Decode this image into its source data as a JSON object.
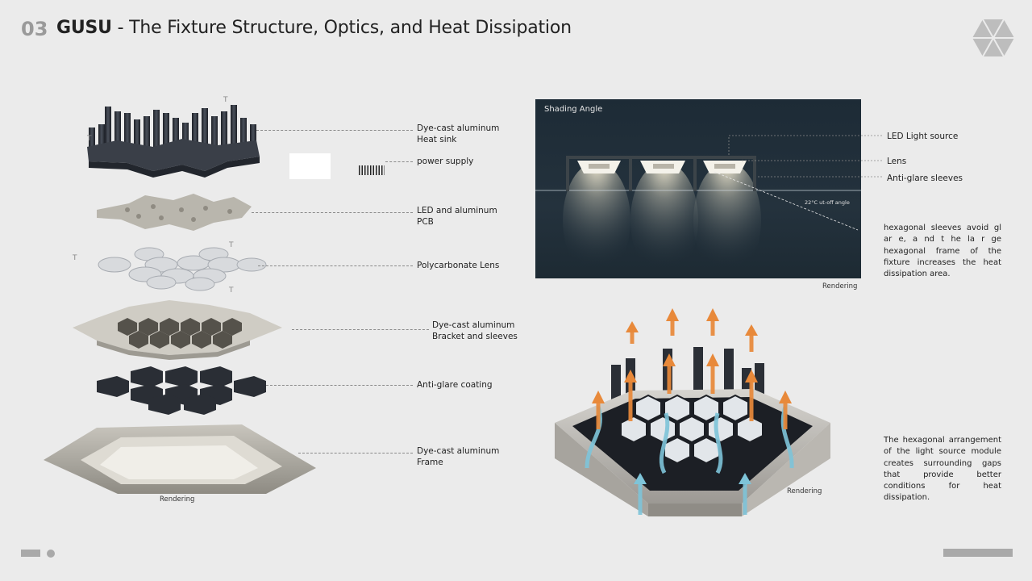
{
  "header": {
    "number": "03",
    "brand": "GUSU",
    "title_rest": " - The Fixture Structure, Optics, and Heat Dissipation"
  },
  "logo": {
    "icon": "hexagon-logo-icon"
  },
  "exploded": {
    "labels": [
      "Dye-cast aluminum\nHeat sink",
      "power supply",
      "LED and aluminum\nPCB",
      "Polycarbonate Lens",
      "Dye-cast aluminum\nBracket and sleeves",
      "Anti-glare coating",
      "Dye-cast  aluminum\nFrame"
    ],
    "caption": "Rendering"
  },
  "shading": {
    "title": "Shading Angle",
    "cutoff": "22°C ut-off angle",
    "labels": [
      "LED Light source",
      "Lens",
      "Anti-glare sleeves"
    ],
    "caption": "Rendering"
  },
  "descriptions": {
    "sleeves": "hexagonal sleeves avoid gl ar e, a nd t he la r ge hexagonal frame of the fixture increases the heat dissipation area.",
    "arrangement": "The hexagonal arrangement of the light source module creates surrounding gaps that provide better conditions for heat dissipation."
  },
  "heat_render": {
    "caption": "Rendering"
  },
  "colors": {
    "background": "#ebebeb",
    "accent_orange": "#e8893a",
    "accent_blue": "#7ec4d9"
  }
}
